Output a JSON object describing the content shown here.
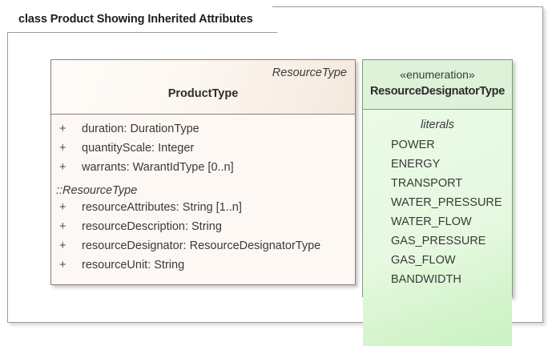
{
  "frame": {
    "label": "class Product Showing Inherited Attributes"
  },
  "colors": {
    "class_fill": "#fdf8f4",
    "class_header_fill": "#f4e8dd",
    "class_border": "#8e7e79",
    "enum_fill": "#eafbe6",
    "enum_header_fill": "#ddf2d8",
    "enum_border": "#7d9b78",
    "frame_border": "#9b9b9b",
    "text": "#3a3a3a"
  },
  "class_box": {
    "qualifier": "ResourceType",
    "name": "ProductType",
    "own_attributes": [
      {
        "visibility": "+",
        "text": "duration: DurationType"
      },
      {
        "visibility": "+",
        "text": "quantityScale: Integer"
      },
      {
        "visibility": "+",
        "text": "warrants: WarantIdType [0..n]"
      }
    ],
    "inherited_group_label": "::ResourceType",
    "inherited_attributes": [
      {
        "visibility": "+",
        "text": "resourceAttributes: String [1..n]"
      },
      {
        "visibility": "+",
        "text": "resourceDescription: String"
      },
      {
        "visibility": "+",
        "text": "resourceDesignator: ResourceDesignatorType"
      },
      {
        "visibility": "+",
        "text": "resourceUnit: String"
      }
    ]
  },
  "enum_box": {
    "stereotype": "«enumeration»",
    "name": "ResourceDesignatorType",
    "section_label": "literals",
    "literals": [
      "POWER",
      "ENERGY",
      "TRANSPORT",
      "WATER_PRESSURE",
      "WATER_FLOW",
      "GAS_PRESSURE",
      "GAS_FLOW",
      "BANDWIDTH"
    ]
  }
}
